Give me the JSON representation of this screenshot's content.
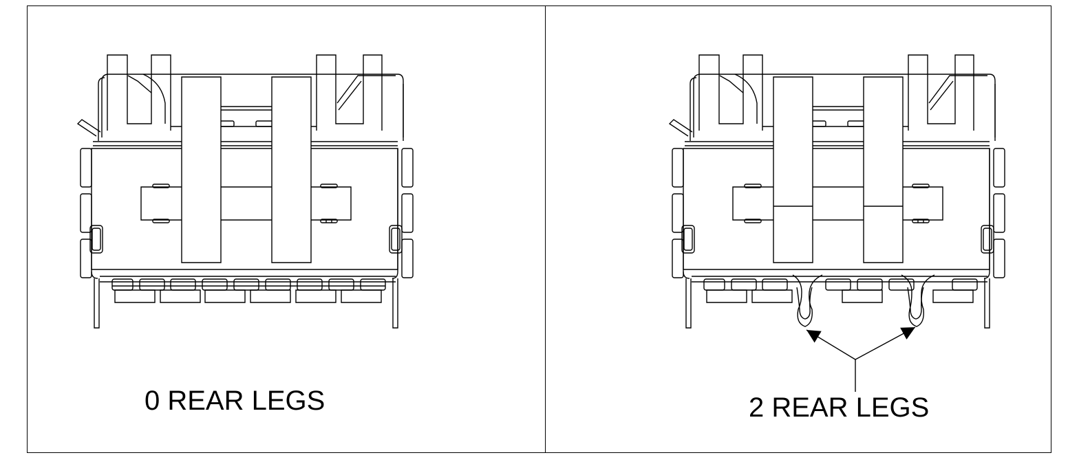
{
  "panels": [
    {
      "label": "0 REAR LEGS",
      "rear_legs": 0
    },
    {
      "label": "2 REAR LEGS",
      "rear_legs": 2
    }
  ],
  "colors": {
    "line": "#000000",
    "background": "#ffffff"
  }
}
